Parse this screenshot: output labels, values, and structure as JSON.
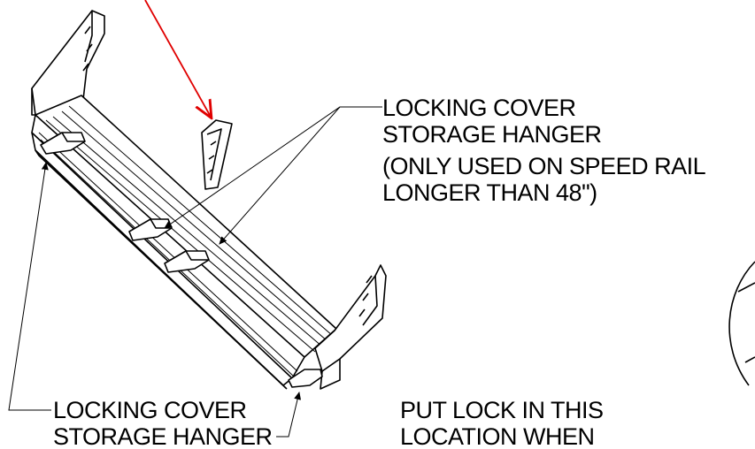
{
  "callouts": {
    "top_right": [
      "LOCKING COVER",
      "STORAGE HANGER",
      "(ONLY USED ON SPEED RAIL",
      "LONGER THAN 48\")"
    ],
    "bottom_left": [
      "LOCKING COVER",
      "STORAGE HANGER"
    ],
    "bottom_right": [
      "PUT LOCK IN THIS",
      "LOCATION WHEN"
    ]
  },
  "colors": {
    "line": "#000000",
    "arrow_accent": "#e00000",
    "background": "#ffffff"
  }
}
